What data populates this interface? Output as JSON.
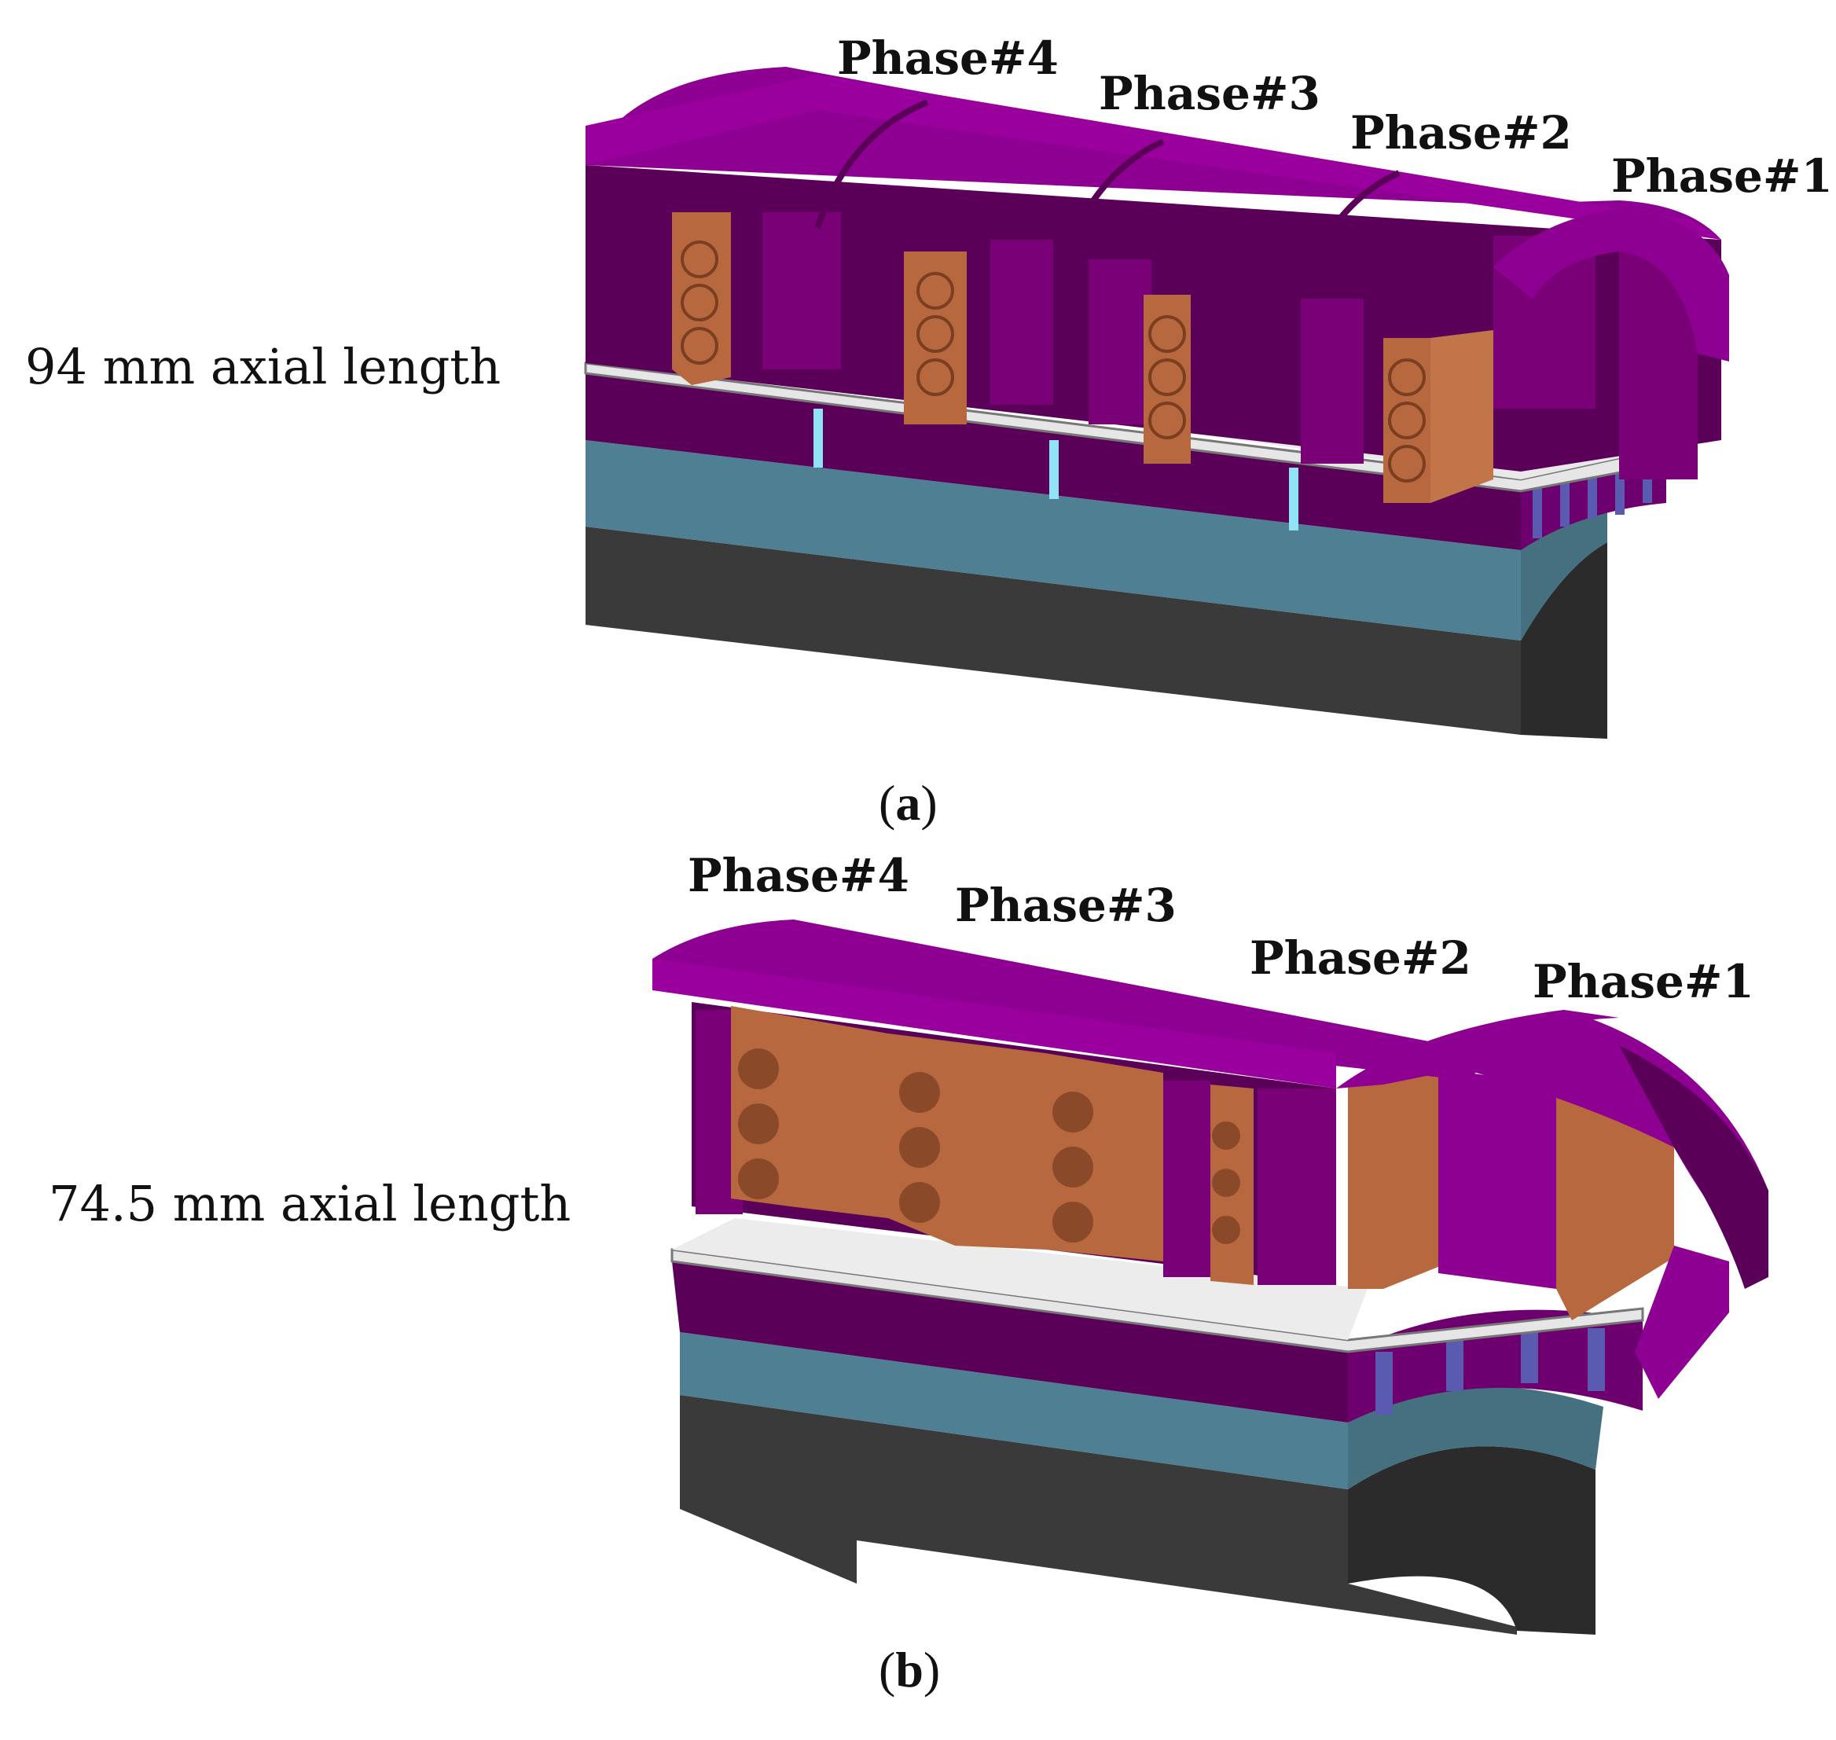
{
  "panels": [
    {
      "id": "a",
      "caption_letter": "a",
      "length_label": "94 mm axial length",
      "phases": [
        "Phase#4",
        "Phase#3",
        "Phase#2",
        "Phase#1"
      ]
    },
    {
      "id": "b",
      "caption_letter": "b",
      "length_label": "74.5 mm axial length",
      "phases": [
        "Phase#4",
        "Phase#3",
        "Phase#2",
        "Phase#1"
      ]
    }
  ],
  "colors": {
    "stator_top": "#8e0092",
    "stator_side": "#5a0058",
    "stator_front": "#6d006e",
    "coil": "#b8683f",
    "coil_dark": "#8a4a2a",
    "airgap": "#e6e6e6",
    "rotor_iron": "#5a0058",
    "magnet_layer": "#4e7f92",
    "shaft": "#3a3a3a",
    "separator": "#8fe3f5",
    "slot_blue": "#5a5bb0"
  }
}
